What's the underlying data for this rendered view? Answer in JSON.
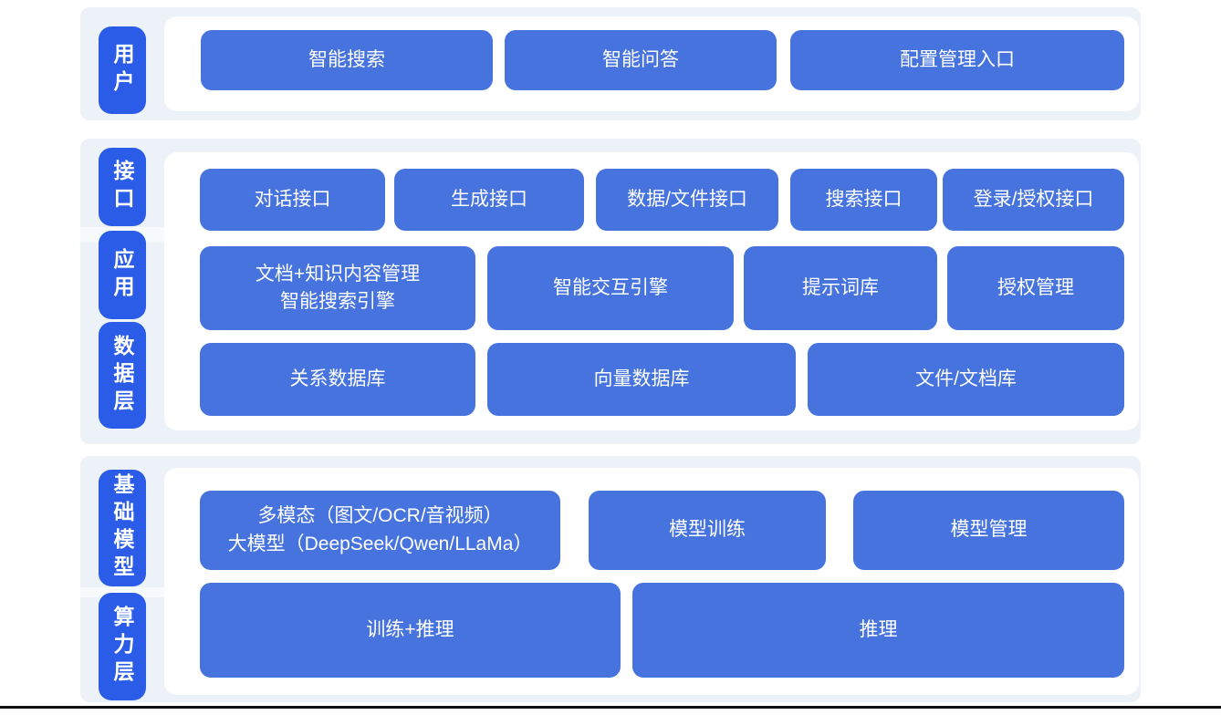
{
  "colors": {
    "band_background": "#edf1f8",
    "panel_background": "#ffffff",
    "layer_label_blue": "#2b5ce7",
    "box_blue": "#4673de",
    "text_white": "#ffffff",
    "bottom_rule": "#101010"
  },
  "layers": {
    "user": {
      "label": "用户",
      "boxes": [
        "智能搜索",
        "智能问答",
        "配置管理入口"
      ]
    },
    "middle": {
      "labels": [
        "接口",
        "应用",
        "数据层"
      ],
      "rows": [
        [
          "对话接口",
          "生成接口",
          "数据/文件接口",
          "搜索接口",
          "登录/授权接口"
        ],
        [
          "文档+知识内容管理\n智能搜索引擎",
          "智能交互引擎",
          "提示词库",
          "授权管理"
        ],
        [
          "关系数据库",
          "向量数据库",
          "文件/文档库"
        ]
      ]
    },
    "bottom": {
      "labels": [
        "基础模型",
        "算力层"
      ],
      "rows": [
        [
          "多模态（图文/OCR/音视频）\n大模型（DeepSeek/Qwen/LLaMa）",
          "模型训练",
          "模型管理"
        ],
        [
          "训练+推理",
          "推理"
        ]
      ]
    }
  }
}
